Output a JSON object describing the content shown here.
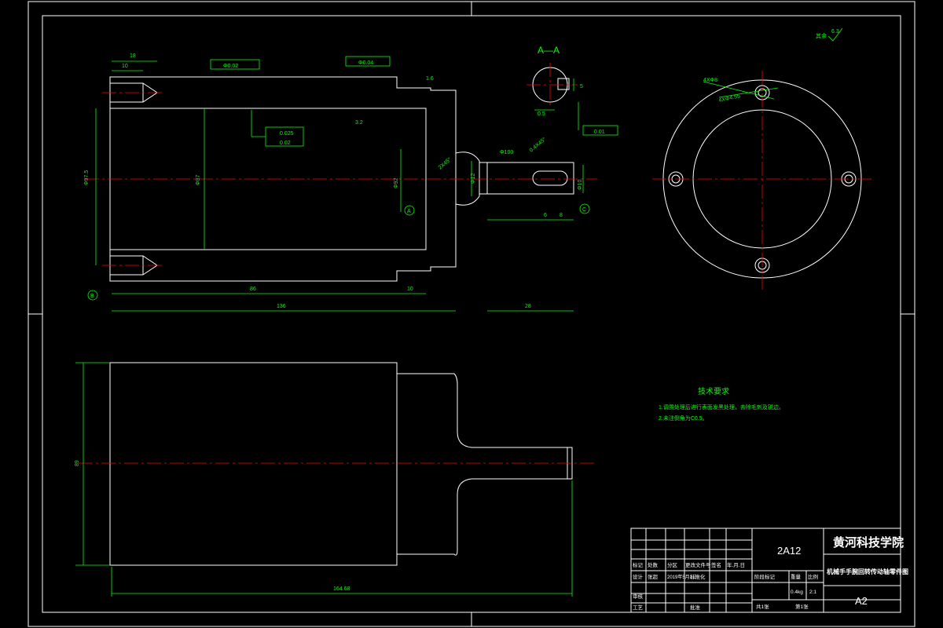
{
  "drawing": {
    "section_title": "A—A",
    "roughness_note": "其余",
    "roughness_value": "6.3",
    "tech_requirements": {
      "title": "技术要求",
      "items": [
        "1.调质处理后进行表面发黑处理，去除毛刺及锐边。",
        "2.未注倒角为C0.5。"
      ]
    },
    "dimensions": {
      "top_left_18": "18",
      "top_left_10": "10",
      "dia_left": "Φ97.5",
      "inner_dia": "Φ87",
      "bottom_86": "86",
      "bottom_10": "10",
      "overall_136": "136",
      "shaft_28": "28",
      "shaft_6": "6",
      "shaft_8": "8",
      "rib_2x45": "2X45°",
      "chamfer": "0.4X45°",
      "hole_4x": "4XΦ8",
      "hole_4x2": "4XΦ4.55",
      "bottom_overall": "164.68",
      "side_height": "89",
      "rough_3_2": "3.2",
      "rough_1_6": "1.6",
      "perp_top": "Φ0.02",
      "perp_top2": "Φ0.04",
      "tol_1": "0.025",
      "tol_2": "0.02",
      "section_5": "5",
      "section_0_1": "0.01",
      "section_dim": "0.5",
      "datum_a": "A",
      "datum_b": "B",
      "datum_c": "C",
      "shaft_dia": "Φ12",
      "shaft_small": "Φ10",
      "left_body": "Φ92",
      "flange_dia": "Φ100"
    }
  },
  "title_block": {
    "school": "黄河科技学院",
    "material": "2A12",
    "drawing_name": "机械手手腕回转传动轴零件图",
    "sheet_format": "A2",
    "row_labels": [
      "标记",
      "处数",
      "分区",
      "更改文件号",
      "签名",
      "年.月.日"
    ],
    "design_label": "设计",
    "designer": "张超",
    "design_date": "2019年5月1日",
    "standardize_label": "标准化",
    "review_label": "审核",
    "process_label": "工艺",
    "approve_label": "批准",
    "stage_label": "阶段标记",
    "weight_label": "重量",
    "scale_label": "比例",
    "weight_value": "0.4kg",
    "scale_value": "2:1",
    "sheet_total": "共1张",
    "sheet_no": "第1张"
  }
}
